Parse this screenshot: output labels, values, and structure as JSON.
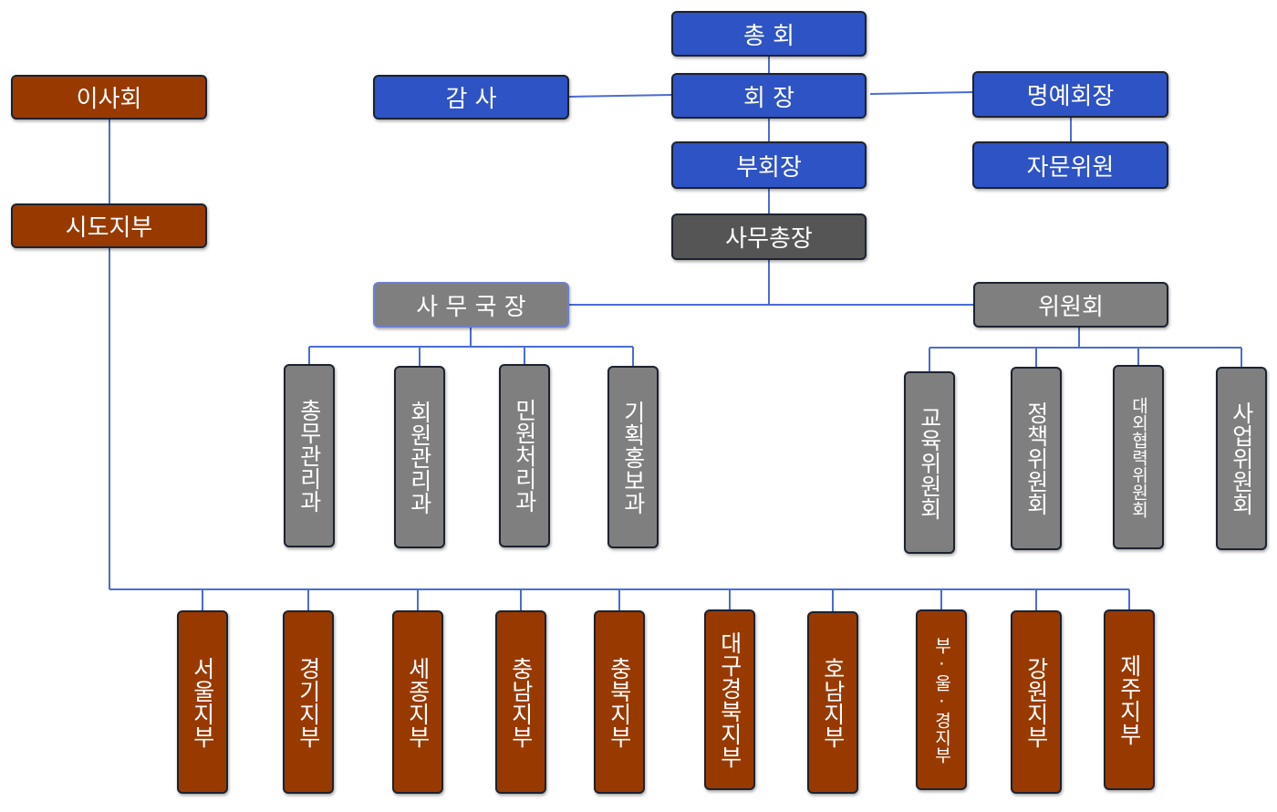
{
  "top": {
    "general_assembly": "총  회",
    "president": "회  장",
    "vice_president": "부회장",
    "auditor": "감    사",
    "honorary_president": "명예회장",
    "advisors": "자문위원",
    "secretary_general": "사무총장",
    "office_director": "사 무 국 장",
    "committee": "위원회"
  },
  "board": {
    "board_of_directors": "이사회",
    "regional_branches": "시도지부"
  },
  "office_departments": [
    "총무관리과",
    "회원관리과",
    "민원처리과",
    "기획홍보과"
  ],
  "committees": [
    "교육위원회",
    "정책위원회",
    "대외협력위원회",
    "사업위원회"
  ],
  "branches": [
    "서울지부",
    "경기지부",
    "세종지부",
    "충남지부",
    "충북지부",
    "대구경북지부",
    "호남지부",
    "부·울·경지부",
    "강원지부",
    "제주지부"
  ],
  "colors": {
    "blue": "#2e53c4",
    "brown": "#983a00",
    "dark_gray": "#555555",
    "gray": "#7f7f7f",
    "connector": "#4a6cd4"
  }
}
